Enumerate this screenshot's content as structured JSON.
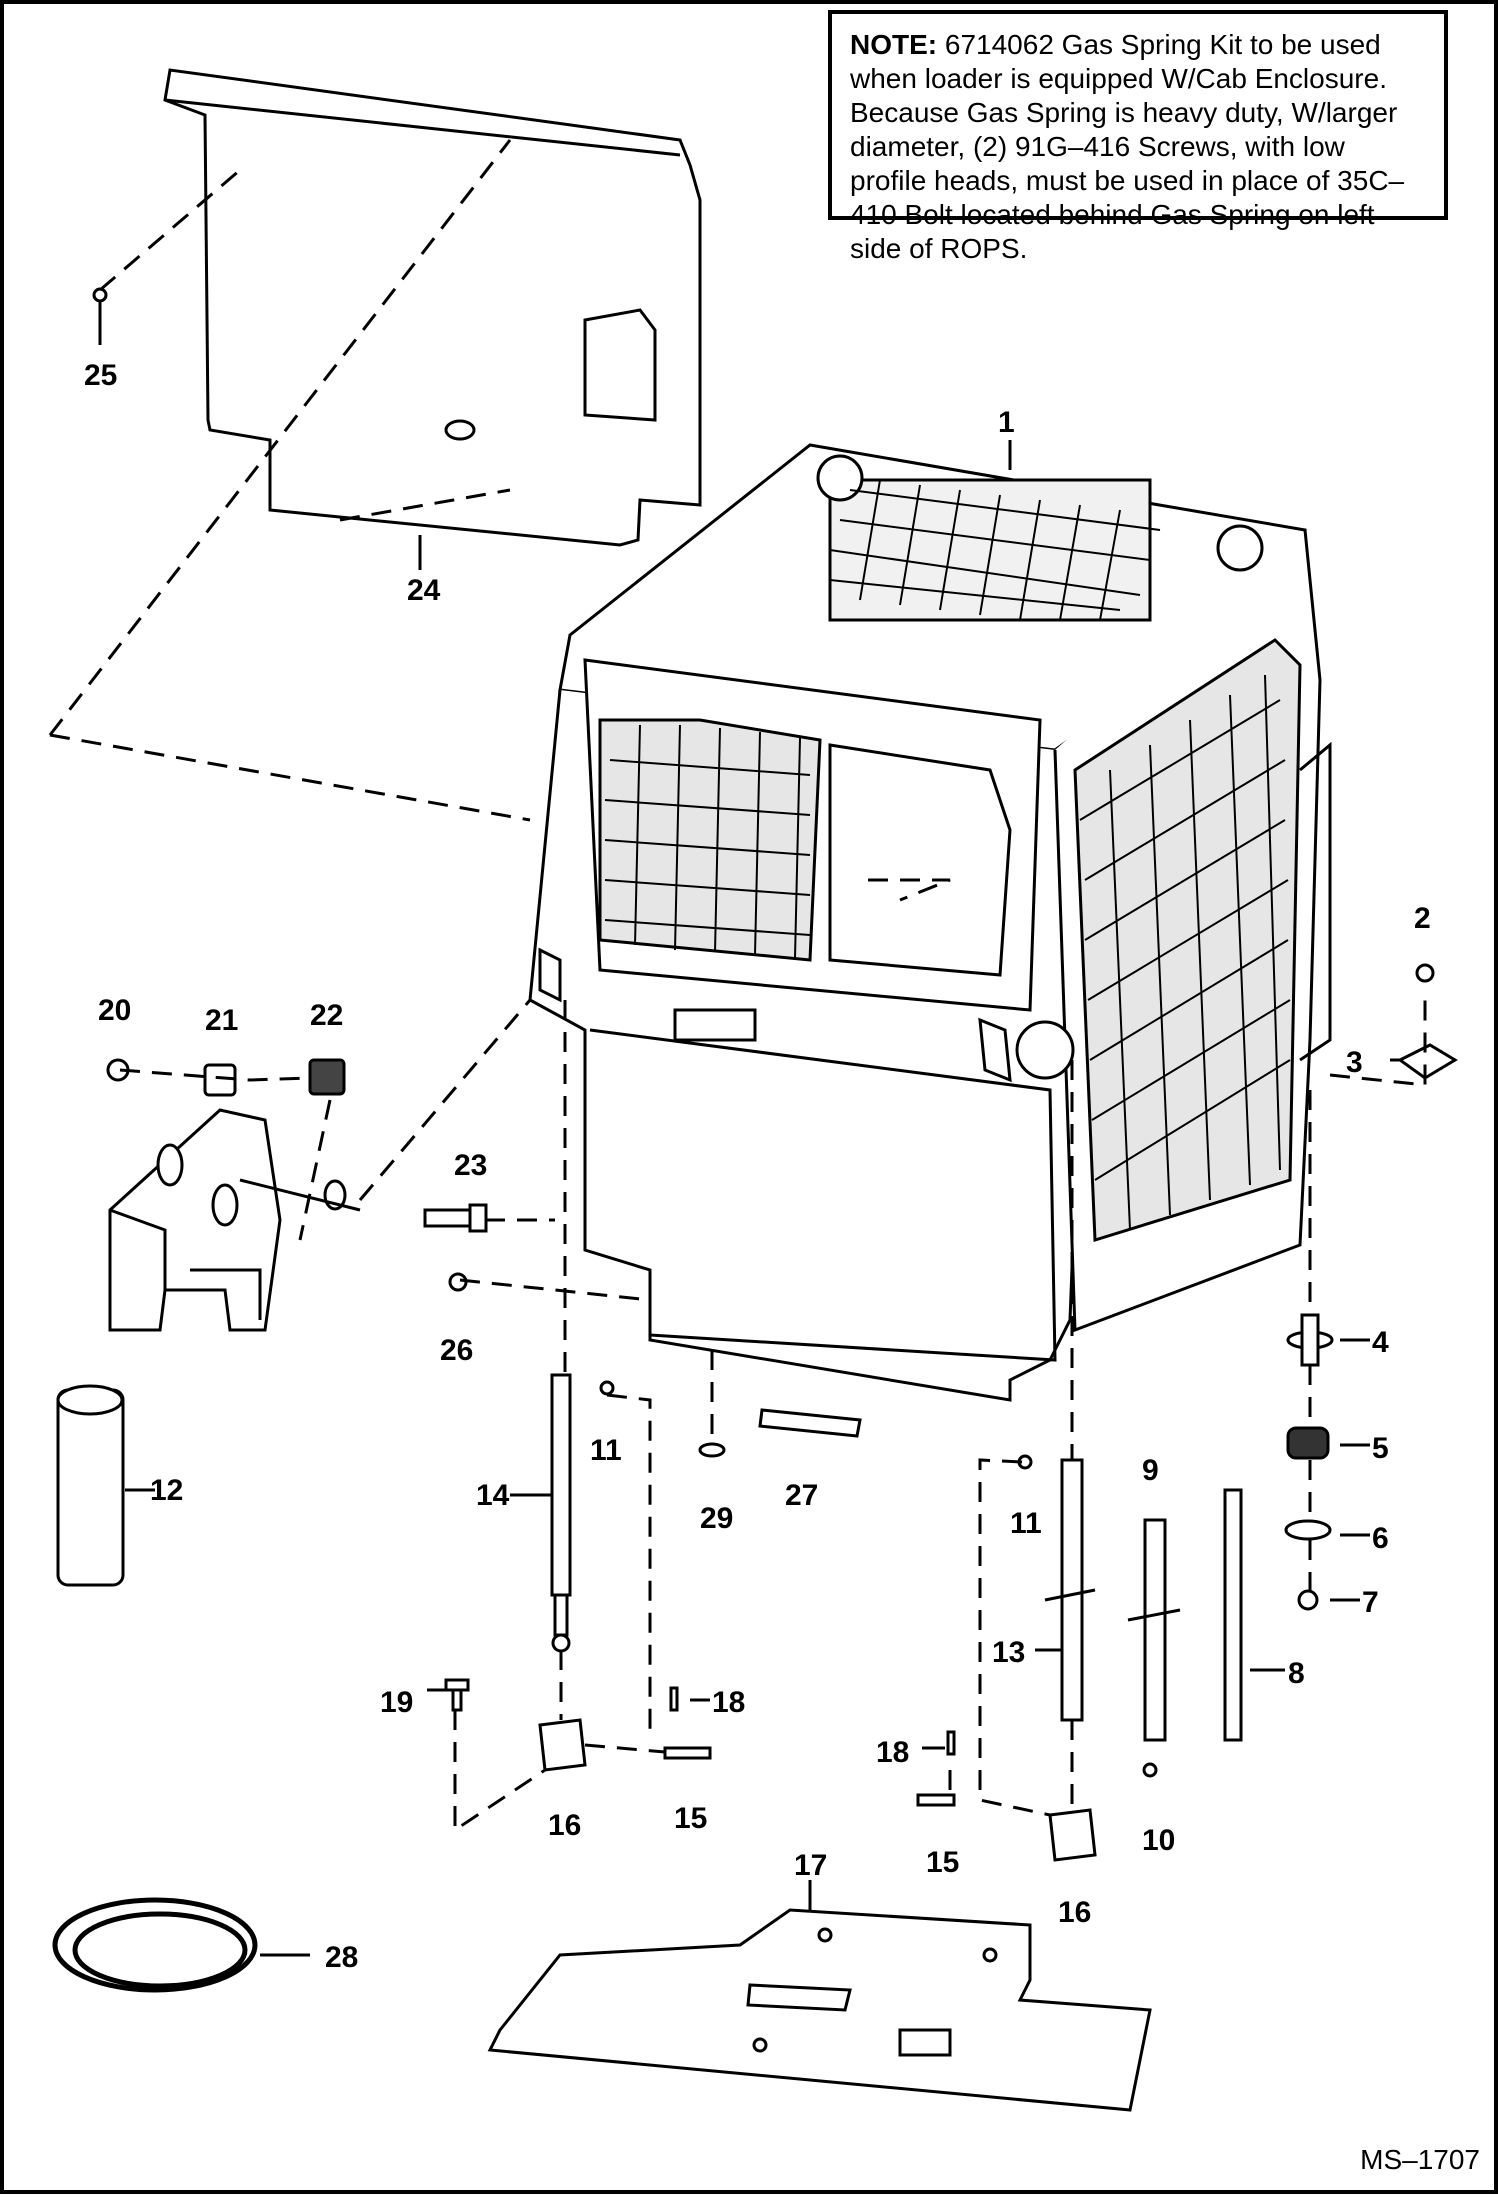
{
  "note": {
    "prefix": "NOTE:",
    "text": "6714062 Gas Spring Kit to be used when loader is equipped W/Cab Enclosure. Because Gas Spring is heavy duty, W/larger diameter, (2) 91G–416 Screws, with low profile heads, must be used in place of 35C–410 Bolt located behind Gas Spring on left side of ROPS."
  },
  "drawing_code": "MS–1707",
  "callouts": {
    "c1": "1",
    "c2": "2",
    "c3": "3",
    "c4": "4",
    "c5": "5",
    "c6": "6",
    "c7": "7",
    "c8": "8",
    "c9": "9",
    "c10": "10",
    "c11a": "11",
    "c11b": "11",
    "c12": "12",
    "c13": "13",
    "c14": "14",
    "c15a": "15",
    "c15b": "15",
    "c16a": "16",
    "c16b": "16",
    "c17": "17",
    "c18a": "18",
    "c18b": "18",
    "c19": "19",
    "c20": "20",
    "c21": "21",
    "c22": "22",
    "c23": "23",
    "c24": "24",
    "c25": "25",
    "c26": "26",
    "c27": "27",
    "c28": "28",
    "c29": "29"
  }
}
